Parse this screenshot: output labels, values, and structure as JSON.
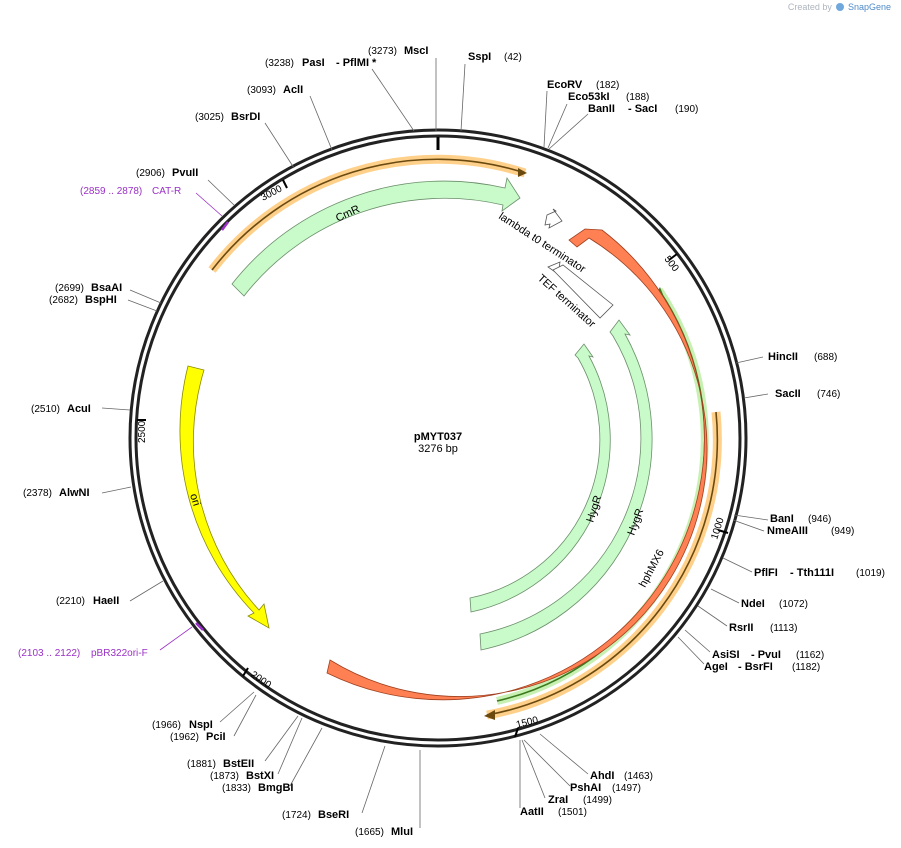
{
  "watermark": {
    "prefix": "Created by",
    "brand": "SnapGene"
  },
  "plasmid": {
    "name": "pMYT037",
    "size_label": "3276 bp",
    "length": 3276
  },
  "ticks": [
    "500",
    "1000",
    "1500",
    "2000",
    "2500",
    "3000"
  ],
  "features": [
    {
      "label": "CmR",
      "color": "#c9fac9"
    },
    {
      "label": "lambda t0 terminator",
      "color": "#ffffff"
    },
    {
      "label": "TEF terminator",
      "color": "#ffffff"
    },
    {
      "label": "hphMX6",
      "color": "#ff8052"
    },
    {
      "label": "HygR",
      "color": "#c9fac9"
    },
    {
      "label": "HygR",
      "color": "#c9fac9"
    },
    {
      "label": "ori",
      "color": "#ffff00"
    }
  ],
  "sites": [
    {
      "pos": "(3273)",
      "name": "MscI",
      "extra": ""
    },
    {
      "pos": "(3238)",
      "name": "PasI",
      "extra": "- PflMI *"
    },
    {
      "pos": "",
      "name": "SspI",
      "extra": "(42)"
    },
    {
      "pos": "",
      "name": "EcoRV",
      "extra": "(182)"
    },
    {
      "pos": "",
      "name": "Eco53kI",
      "extra": "(188)"
    },
    {
      "pos": "",
      "name": "BanII",
      "extra": "- SacI",
      "pos2": "(190)"
    },
    {
      "pos": "(3093)",
      "name": "AclI",
      "extra": ""
    },
    {
      "pos": "(3025)",
      "name": "BsrDI",
      "extra": ""
    },
    {
      "pos": "(2906)",
      "name": "PvuII",
      "extra": ""
    },
    {
      "pos": "(2699)",
      "name": "BsaAI",
      "extra": ""
    },
    {
      "pos": "(2682)",
      "name": "BspHI",
      "extra": ""
    },
    {
      "pos": "(2510)",
      "name": "AcuI",
      "extra": ""
    },
    {
      "pos": "(2378)",
      "name": "AlwNI",
      "extra": ""
    },
    {
      "pos": "(2210)",
      "name": "HaeII",
      "extra": ""
    },
    {
      "pos": "(1966)",
      "name": "NspI",
      "extra": ""
    },
    {
      "pos": "(1962)",
      "name": "PciI",
      "extra": ""
    },
    {
      "pos": "(1881)",
      "name": "BstEII",
      "extra": ""
    },
    {
      "pos": "(1873)",
      "name": "BstXI",
      "extra": ""
    },
    {
      "pos": "(1833)",
      "name": "BmgBI",
      "extra": ""
    },
    {
      "pos": "(1724)",
      "name": "BseRI",
      "extra": ""
    },
    {
      "pos": "(1665)",
      "name": "MluI",
      "extra": ""
    },
    {
      "pos": "",
      "name": "HincII",
      "extra": "(688)"
    },
    {
      "pos": "",
      "name": "SacII",
      "extra": "(746)"
    },
    {
      "pos": "",
      "name": "BanI",
      "extra": "(946)"
    },
    {
      "pos": "",
      "name": "NmeAIII",
      "extra": "(949)"
    },
    {
      "pos": "",
      "name": "PflFI",
      "extra": "- Tth111I",
      "pos2": "(1019)"
    },
    {
      "pos": "",
      "name": "NdeI",
      "extra": "(1072)"
    },
    {
      "pos": "",
      "name": "RsrII",
      "extra": "(1113)"
    },
    {
      "pos": "",
      "name": "AsiSI",
      "extra": "- PvuI",
      "pos2": "(1162)"
    },
    {
      "pos": "",
      "name": "AgeI",
      "extra": "- BsrFI",
      "pos2": "(1182)"
    },
    {
      "pos": "",
      "name": "AhdI",
      "extra": "(1463)"
    },
    {
      "pos": "",
      "name": "PshAI",
      "extra": "(1497)"
    },
    {
      "pos": "",
      "name": "ZraI",
      "extra": "(1499)"
    },
    {
      "pos": "",
      "name": "AatII",
      "extra": "(1501)"
    }
  ],
  "primers": [
    {
      "pos": "(2859 .. 2878)",
      "name": "CAT-R"
    },
    {
      "pos": "(2103 .. 2122)",
      "name": "pBR322ori-F"
    }
  ]
}
